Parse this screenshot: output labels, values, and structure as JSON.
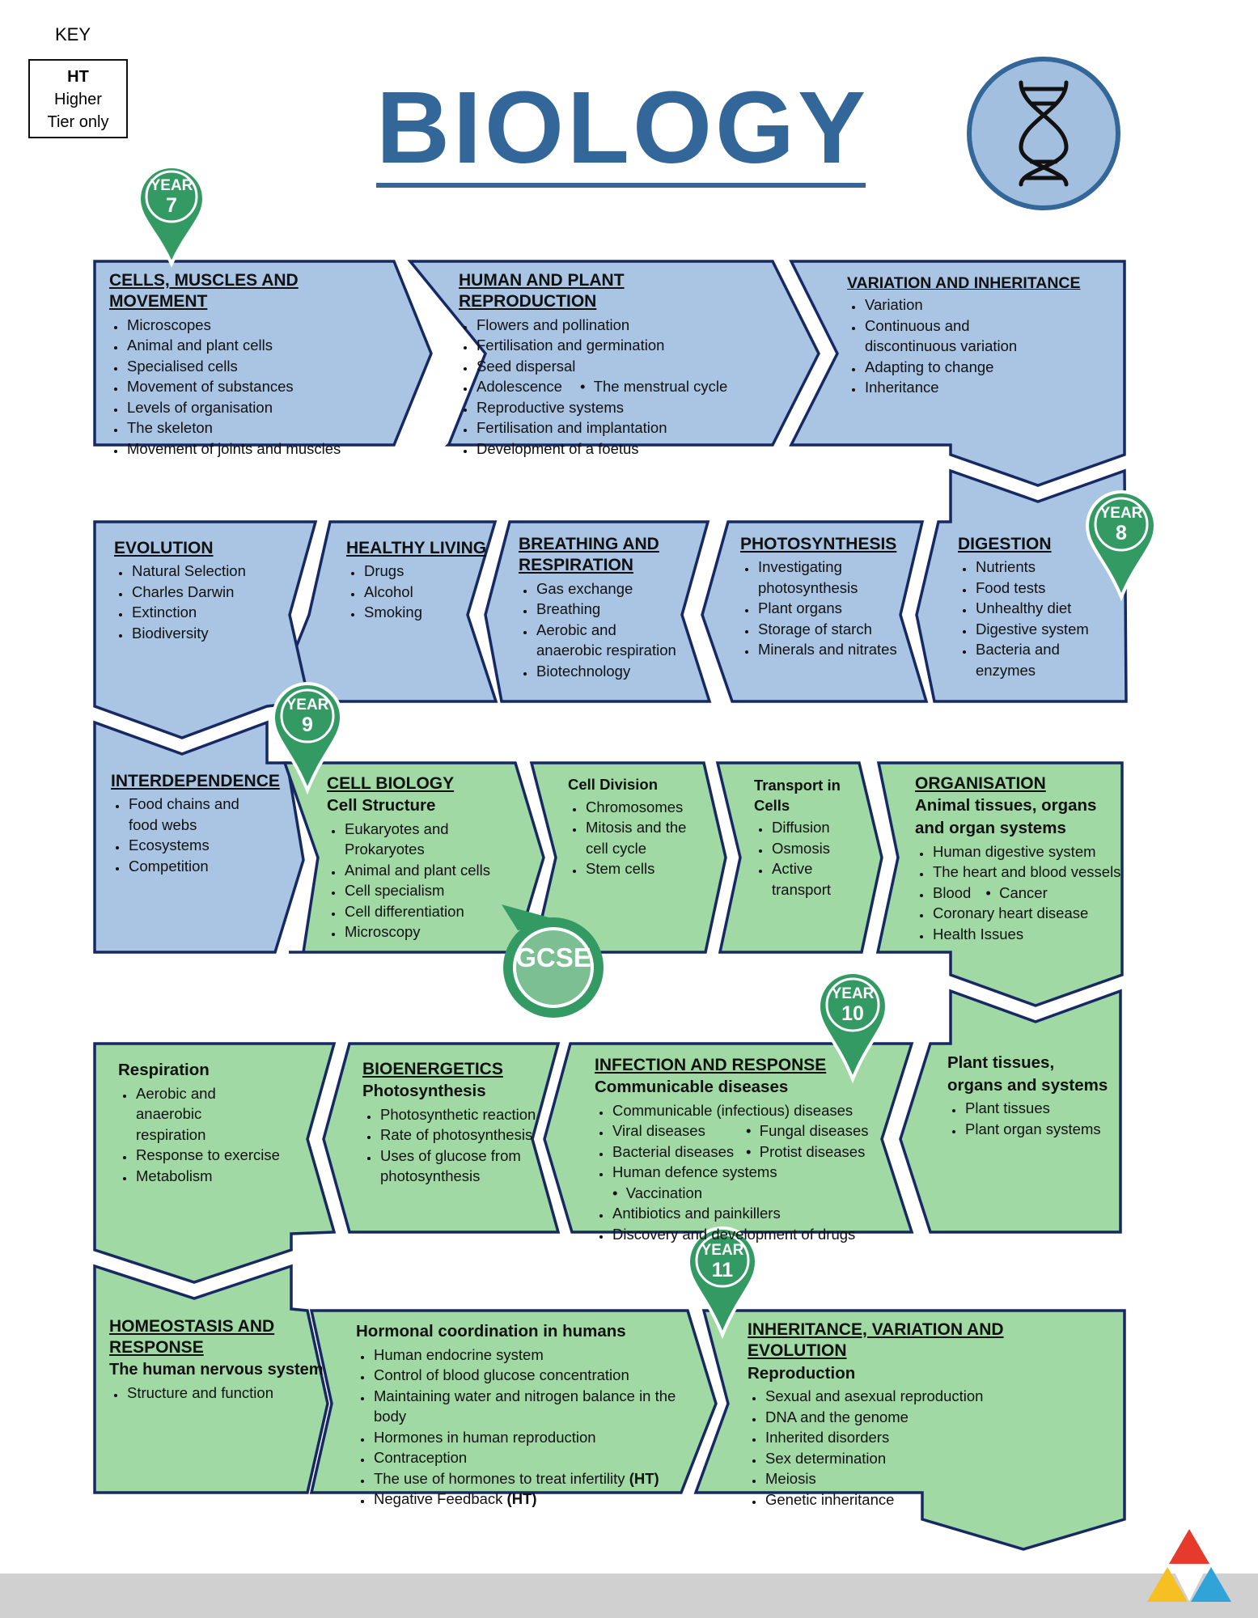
{
  "key": {
    "label": "KEY",
    "code": "HT",
    "line1": "Higher",
    "line2": "Tier only"
  },
  "title": "BIOLOGY",
  "colors": {
    "ks3_fill": "#a9c5e3",
    "gcse_fill": "#a1d9a5",
    "outline": "#172963",
    "title": "#336699",
    "pin": "#349a64"
  },
  "icons": [
    "dna-icon",
    "location-pin-icon",
    "triangle-logo-icon"
  ],
  "pins": [
    {
      "line1": "YEAR",
      "line2": "7"
    },
    {
      "line1": "YEAR",
      "line2": "8"
    },
    {
      "line1": "YEAR",
      "line2": "9"
    },
    {
      "line1": "YEAR",
      "line2": "10"
    },
    {
      "line1": "YEAR",
      "line2": "11"
    }
  ],
  "gcse_badge": "GCSE",
  "topics": {
    "cells": {
      "title": "CELLS, MUSCLES AND MOVEMENT",
      "items": [
        "Microscopes",
        "Animal and plant cells",
        "Specialised cells",
        "Movement of substances",
        "Levels of organisation",
        "The skeleton",
        "Movement of joints and muscles"
      ]
    },
    "reproduction": {
      "title": "HUMAN AND PLANT REPRODUCTION",
      "items": [
        "Flowers and pollination",
        "Fertilisation and germination",
        "Seed dispersal",
        "Adolescence",
        "The menstrual cycle",
        "Reproductive systems",
        "Fertilisation and implantation",
        "Development of a foetus"
      ]
    },
    "variation": {
      "title": "VARIATION AND INHERITANCE",
      "items": [
        "Variation",
        "Continuous and discontinuous variation",
        "Adapting to change",
        "Inheritance"
      ]
    },
    "evolution": {
      "title": "EVOLUTION",
      "items": [
        "Natural Selection",
        "Charles Darwin",
        "Extinction",
        "Biodiversity"
      ]
    },
    "healthy": {
      "title": "HEALTHY LIVING",
      "items": [
        "Drugs",
        "Alcohol",
        "Smoking"
      ]
    },
    "breathing": {
      "title": "BREATHING AND RESPIRATION",
      "items": [
        "Gas exchange",
        "Breathing",
        "Aerobic and anaerobic respiration",
        "Biotechnology"
      ]
    },
    "photosynthesis": {
      "title": "PHOTOSYNTHESIS",
      "items": [
        "Investigating photosynthesis",
        "Plant organs",
        "Storage of starch",
        "Minerals and nitrates"
      ]
    },
    "digestion": {
      "title": "DIGESTION",
      "items": [
        "Nutrients",
        "Food tests",
        "Unhealthy diet",
        "Digestive system",
        "Bacteria and enzymes"
      ]
    },
    "interdependence": {
      "title": "INTERDEPENDENCE",
      "items": [
        "Food chains and food webs",
        "Ecosystems",
        "Competition"
      ]
    },
    "cell_biology": {
      "title": "CELL BIOLOGY",
      "subtitle": "Cell Structure",
      "items": [
        "Eukaryotes and Prokaryotes",
        "Animal and plant cells",
        "Cell specialism",
        "Cell differentiation",
        "Microscopy"
      ]
    },
    "cell_division": {
      "subtitle": "Cell Division",
      "items": [
        "Chromosomes",
        "Mitosis and the cell cycle",
        "Stem cells"
      ]
    },
    "transport": {
      "subtitle": "Transport in Cells",
      "items": [
        "Diffusion",
        "Osmosis",
        "Active transport"
      ]
    },
    "organisation": {
      "title": "ORGANISATION",
      "subtitle": "Animal tissues, organs and organ systems",
      "items": [
        "Human digestive system",
        "The heart and blood vessels",
        "Blood",
        "Cancer",
        "Coronary heart disease",
        "Health Issues"
      ]
    },
    "respiration": {
      "subtitle": "Respiration",
      "items": [
        "Aerobic and anaerobic respiration",
        "Response to exercise",
        "Metabolism"
      ]
    },
    "bioenergetics": {
      "title": "BIOENERGETICS",
      "subtitle": "Photosynthesis",
      "items": [
        "Photosynthetic reaction",
        "Rate of photosynthesis",
        "Uses of glucose from photosynthesis"
      ]
    },
    "infection": {
      "title": "INFECTION AND RESPONSE",
      "subtitle": "Communicable diseases",
      "items": [
        "Communicable (infectious) diseases",
        "Viral diseases",
        "Fungal diseases",
        "Bacterial diseases",
        "Protist diseases",
        "Human defence systems",
        "Vaccination",
        "Antibiotics and painkillers",
        "Discovery and development of drugs"
      ]
    },
    "plant_tissues": {
      "subtitle": "Plant tissues, organs and systems",
      "items": [
        "Plant tissues",
        "Plant organ systems"
      ]
    },
    "homeostasis": {
      "title": "HOMEOSTASIS AND RESPONSE",
      "subtitle": "The human nervous system",
      "items": [
        "Structure and function"
      ]
    },
    "hormonal": {
      "subtitle": "Hormonal coordination in humans",
      "items": [
        "Human endocrine system",
        "Control of blood glucose concentration",
        "Maintaining water and nitrogen balance in the body",
        "Hormones in human reproduction",
        "Contraception",
        "The use of hormones to treat infertility",
        "Negative Feedback"
      ],
      "ht_mark": "(HT)"
    },
    "inheritance": {
      "title": "INHERITANCE, VARIATION AND EVOLUTION",
      "subtitle": "Reproduction",
      "items": [
        "Sexual and asexual reproduction",
        "DNA and the genome",
        "Inherited disorders",
        "Sex determination",
        "Meiosis",
        "Genetic inheritance"
      ]
    }
  }
}
